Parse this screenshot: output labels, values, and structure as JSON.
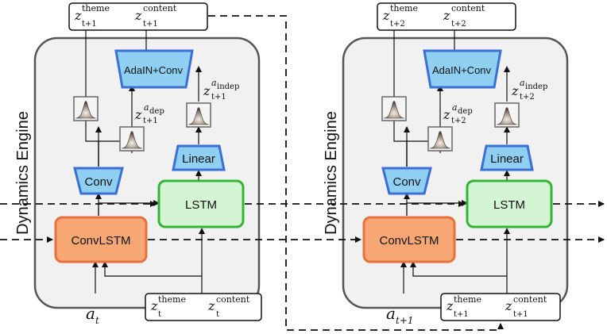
{
  "engine_label": "Dynamics Engine",
  "blocks": {
    "adain": "AdaIN+Conv",
    "linear": "Linear",
    "conv": "Conv",
    "lstm": "LSTM",
    "convlstm": "ConvLSTM"
  },
  "symbols": {
    "z": "z",
    "a": "a",
    "sup_theme": "theme",
    "sup_content": "content",
    "sup_dep": "a",
    "sup_dep_sub": "dep",
    "sup_indep": "a",
    "sup_indep_sub": "indep"
  },
  "steps": [
    {
      "t_out": "t+1",
      "t_in": "t"
    },
    {
      "t_out": "t+2",
      "t_in": "t+1"
    }
  ],
  "colors": {
    "engine_fill": "#f1f1f1",
    "engine_stroke": "#555555",
    "blue_fill": "#8fd0f2",
    "blue_stroke": "#3a6fd4",
    "green_fill": "#d3f5d3",
    "green_stroke": "#33b533",
    "orange_fill": "#f6a774",
    "orange_stroke": "#e8703a"
  }
}
